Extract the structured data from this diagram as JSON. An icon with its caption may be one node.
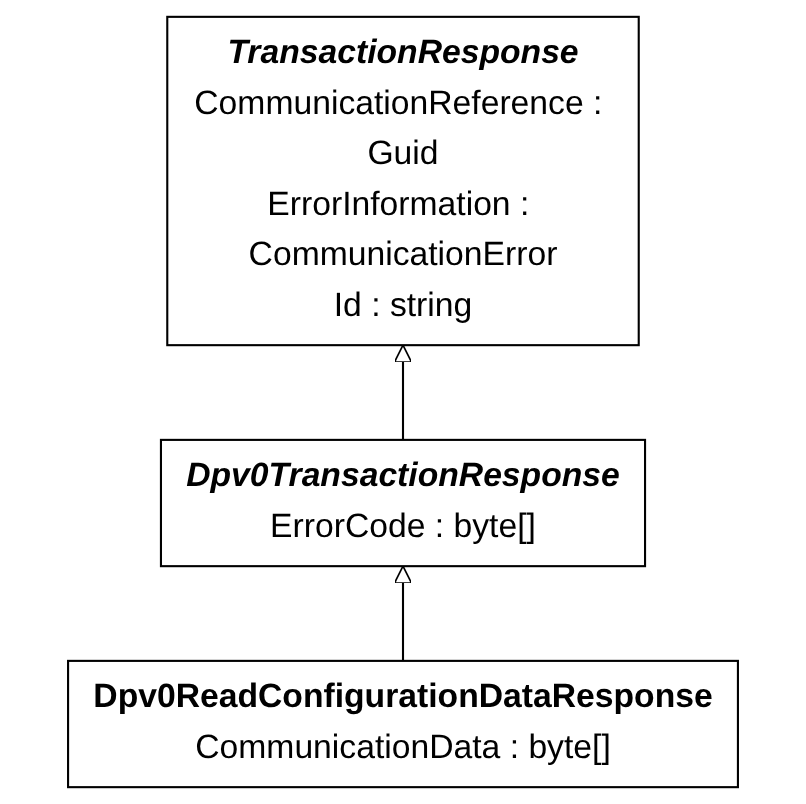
{
  "diagram": {
    "nodes": [
      {
        "text": [
          "TransactionResponse",
          "CommunicationReference : Guid",
          "ErrorInformation : CommunicationError",
          "Id : string"
        ]
      },
      {
        "text": [
          "Dpv0TransactionResponse",
          "ErrorCode : byte[]"
        ]
      },
      {
        "text": [
          "Dpv0ReadConfigurationDataResponse",
          "CommunicationData : byte[]"
        ]
      }
    ],
    "edges": [
      {
        "from": 1,
        "to": 0,
        "arrow": "to"
      },
      {
        "from": 2,
        "to": 1,
        "arrow": "to"
      }
    ]
  }
}
